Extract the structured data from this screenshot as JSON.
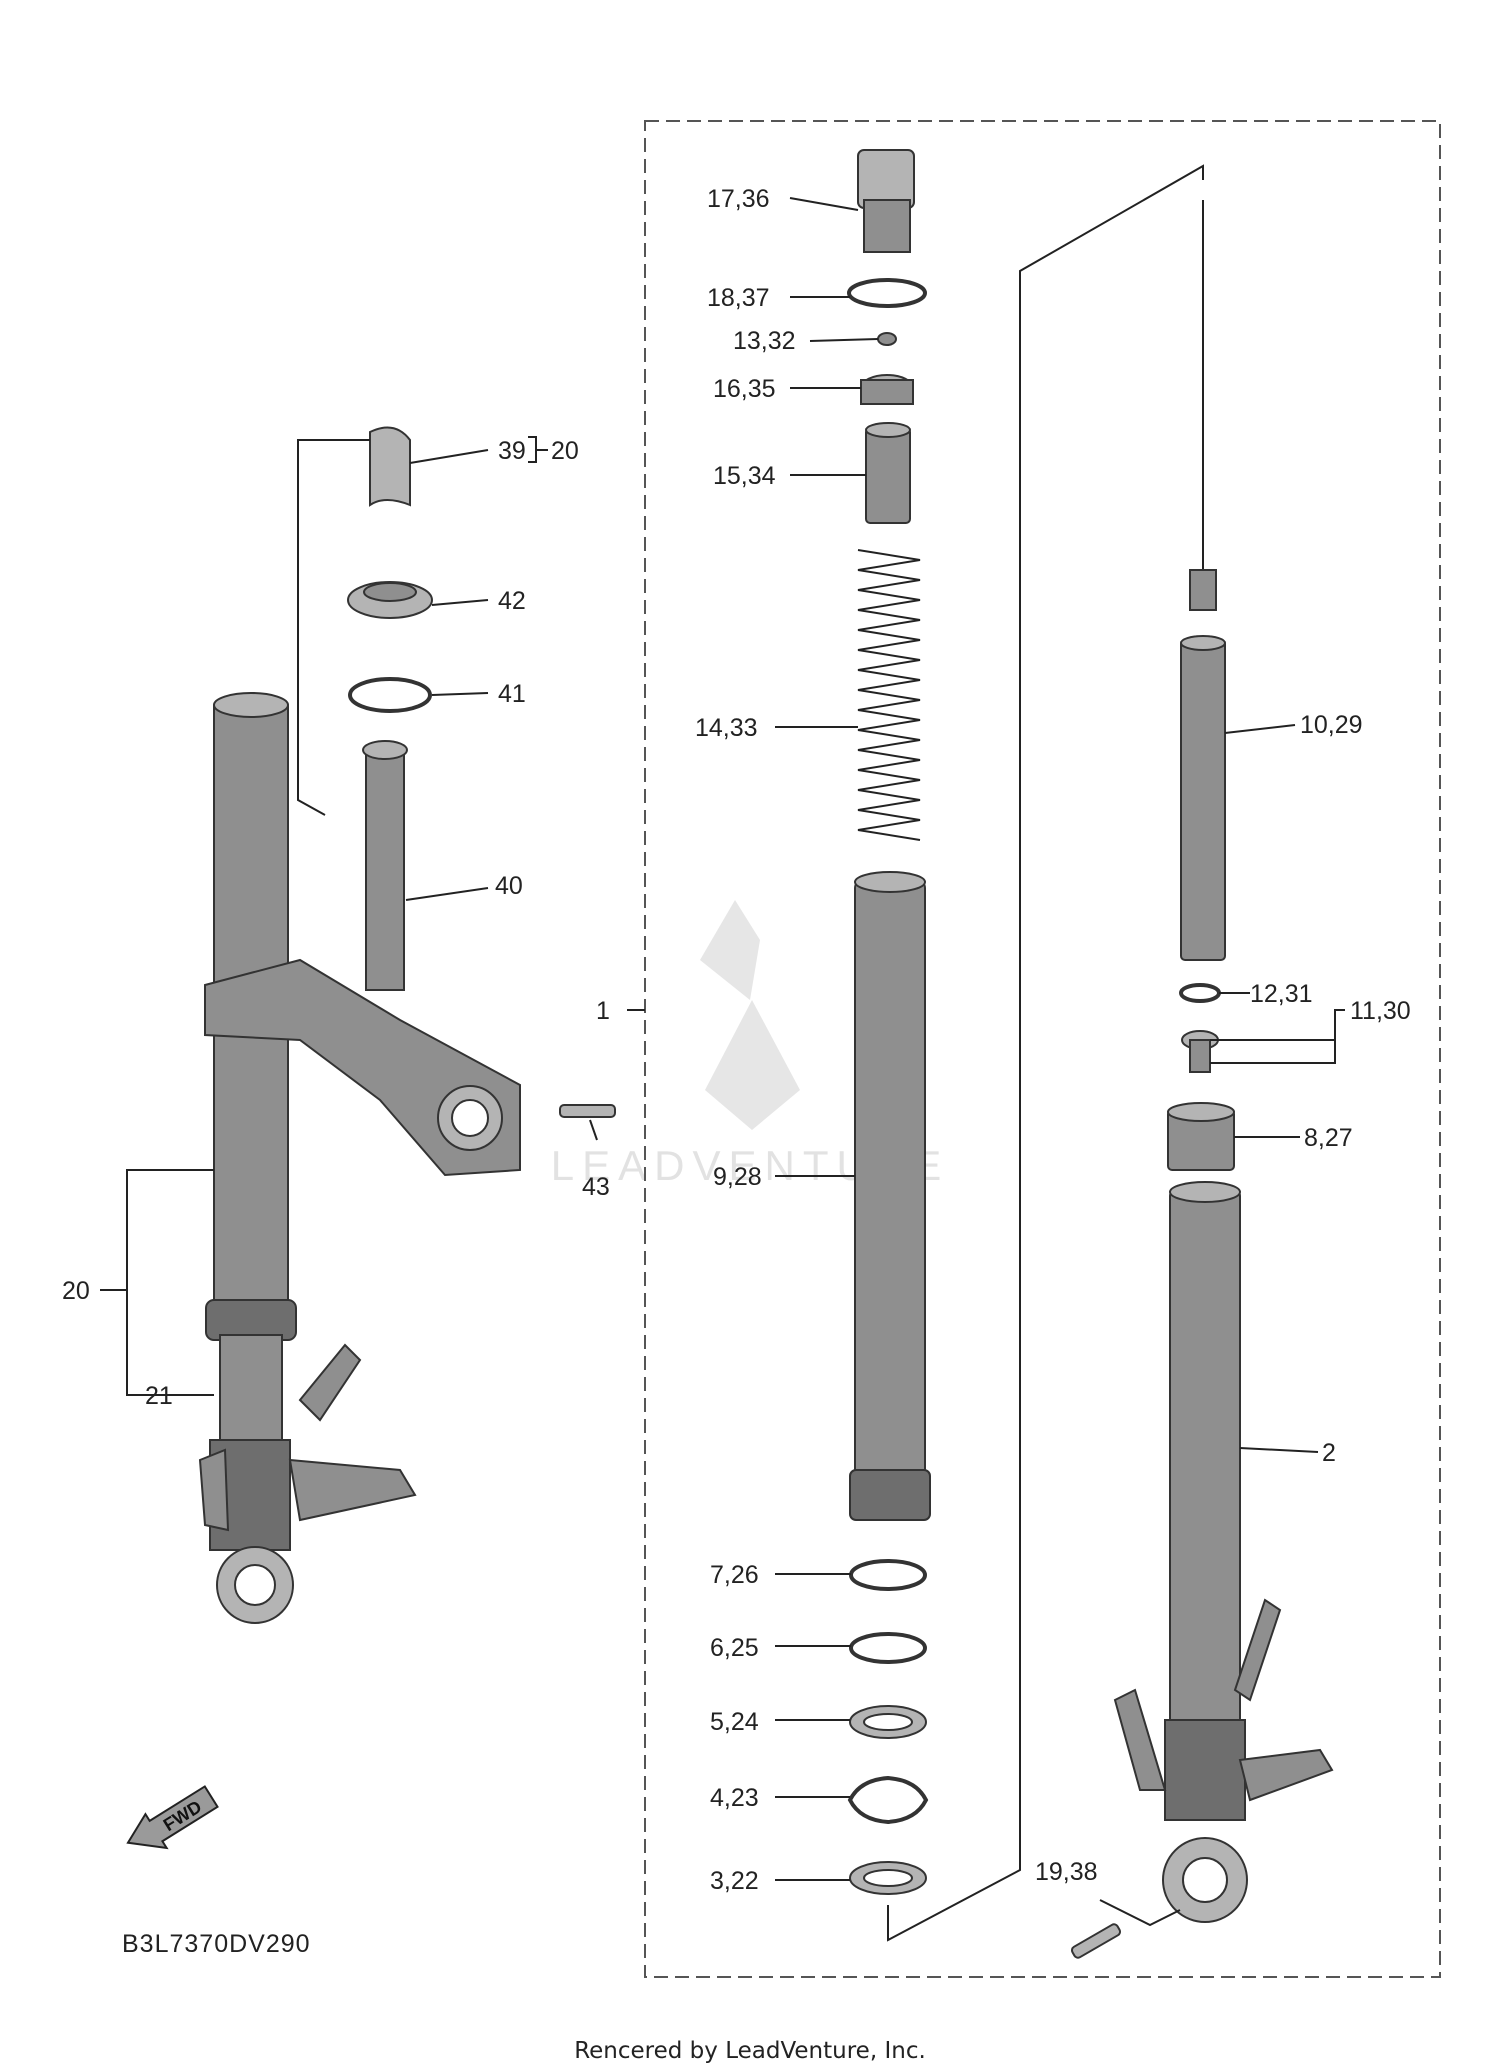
{
  "diagram_code": "B3L7370DV290",
  "fwd_label": "FWD",
  "watermark_text": "LEADVENTURE",
  "footer": "Rencered by LeadVenture, Inc.",
  "callouts": {
    "p1": "1",
    "p2": "2",
    "p3_22": "3,22",
    "p4_23": "4,23",
    "p5_24": "5,24",
    "p6_25": "6,25",
    "p7_26": "7,26",
    "p8_27": "8,27",
    "p9_28": "9,28",
    "p10_29": "10,29",
    "p11_30": "11,30",
    "p12_31": "12,31",
    "p13_32": "13,32",
    "p14_33": "14,33",
    "p15_34": "15,34",
    "p16_35": "16,35",
    "p17_36": "17,36",
    "p18_37": "18,37",
    "p19_38": "19,38",
    "p20_a": "20",
    "p20_b": "20",
    "p21": "21",
    "p39": "39",
    "p40": "40",
    "p41": "41",
    "p42": "42",
    "p43": "43"
  }
}
